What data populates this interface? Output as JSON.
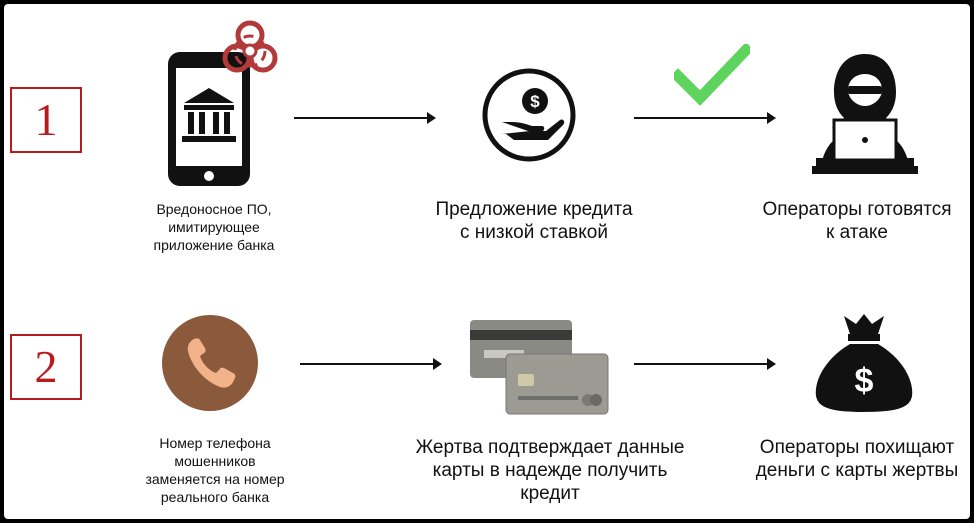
{
  "steps": {
    "row1": {
      "number": "1",
      "malware_caption": "Вредоносное ПО,\nимитирующее\nприложение банка",
      "offer_caption": "Предложение кредита\nс низкой ставкой",
      "operators_caption": "Операторы готовятся\nк атаке"
    },
    "row2": {
      "number": "2",
      "phone_caption": "Номер телефона\nмошенников\nзаменяется на номер\nреального банка",
      "victim_caption": "Жертва подтверждает данные\nкарты в надежде получить\nкредит",
      "steal_caption": "Операторы похищают\nденьги с карты жертвы"
    }
  },
  "icons": {
    "smartphone": "smartphone-bank-icon",
    "biohazard": "biohazard-icon",
    "loan": "hand-coin-icon",
    "checkmark": "checkmark-icon",
    "hacker": "hacker-laptop-icon",
    "phone": "phone-call-icon",
    "cards": "bank-cards-icon",
    "money_bag": "money-bag-icon"
  },
  "colors": {
    "number_red": "#b71c1c",
    "biohazard": "#b23a3a",
    "check_green": "#5ed35e",
    "phone_circle": "#8b5a3c",
    "phone_glyph": "#f2b38a"
  }
}
